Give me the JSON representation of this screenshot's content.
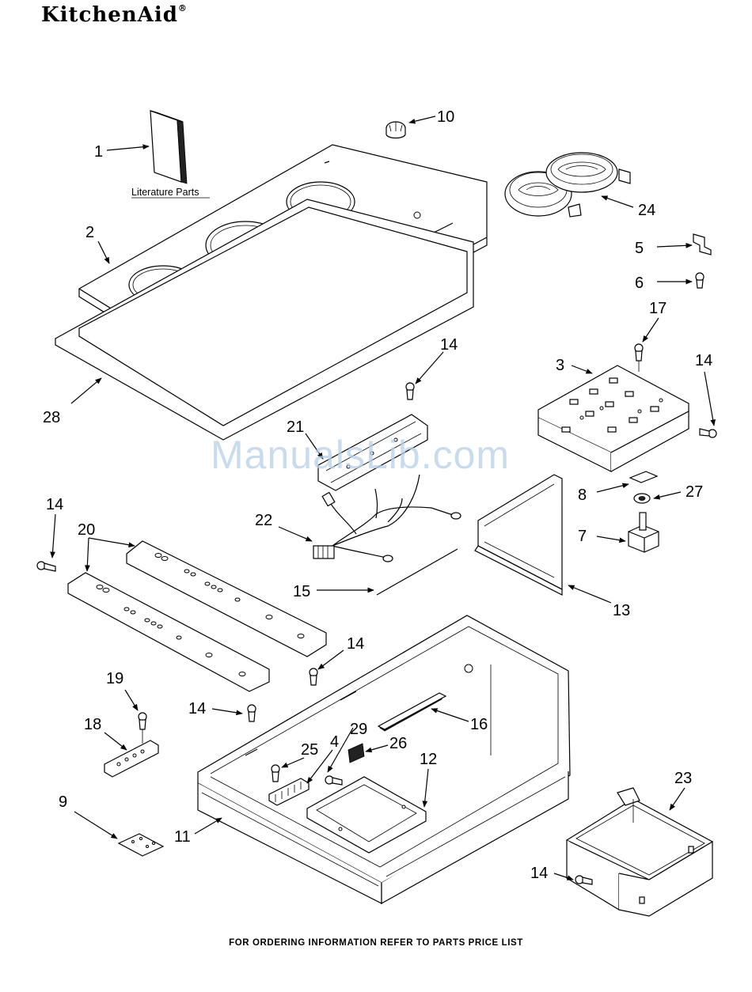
{
  "brand": {
    "name": "KitchenAid",
    "mark": "®"
  },
  "literature_label": "Literature Parts",
  "part_labels": [
    "1",
    "2",
    "3",
    "4",
    "5",
    "6",
    "7",
    "8",
    "9",
    "10",
    "11",
    "12",
    "13",
    "14",
    "14",
    "14",
    "14",
    "14",
    "14",
    "15",
    "16",
    "17",
    "18",
    "19",
    "20",
    "21",
    "22",
    "23",
    "24",
    "25",
    "26",
    "27",
    "28",
    "29"
  ],
  "watermark": "ManualsLib.com",
  "footer": "FOR ORDERING INFORMATION REFER TO PARTS PRICE LIST"
}
